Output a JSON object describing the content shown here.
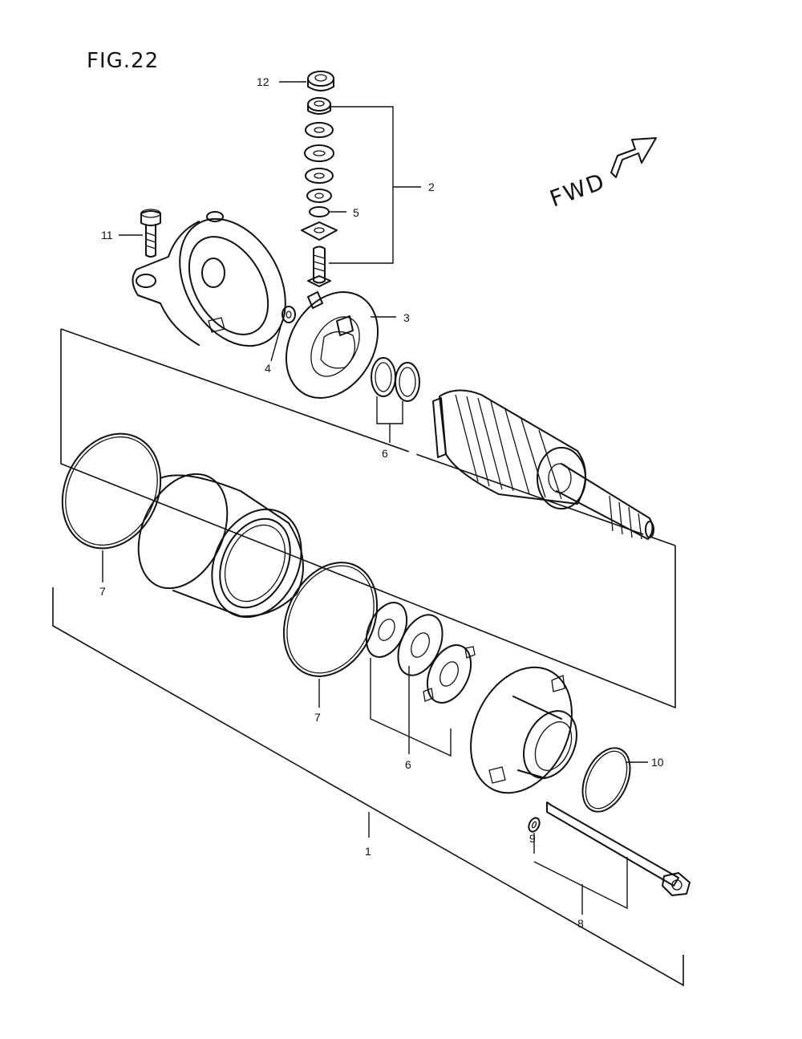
{
  "figure": {
    "title": "FIG.22"
  },
  "direction": {
    "text": "FWD"
  },
  "callouts": [
    {
      "id": "c12",
      "number": "12"
    },
    {
      "id": "c2",
      "number": "2"
    },
    {
      "id": "c5",
      "number": "5"
    },
    {
      "id": "c11",
      "number": "11"
    },
    {
      "id": "c3",
      "number": "3"
    },
    {
      "id": "c4",
      "number": "4"
    },
    {
      "id": "c6a",
      "number": "6"
    },
    {
      "id": "c7a",
      "number": "7"
    },
    {
      "id": "c7b",
      "number": "7"
    },
    {
      "id": "c6b",
      "number": "6"
    },
    {
      "id": "c10",
      "number": "10"
    },
    {
      "id": "c9",
      "number": "9"
    },
    {
      "id": "c1",
      "number": "1"
    },
    {
      "id": "c8",
      "number": "8"
    }
  ]
}
